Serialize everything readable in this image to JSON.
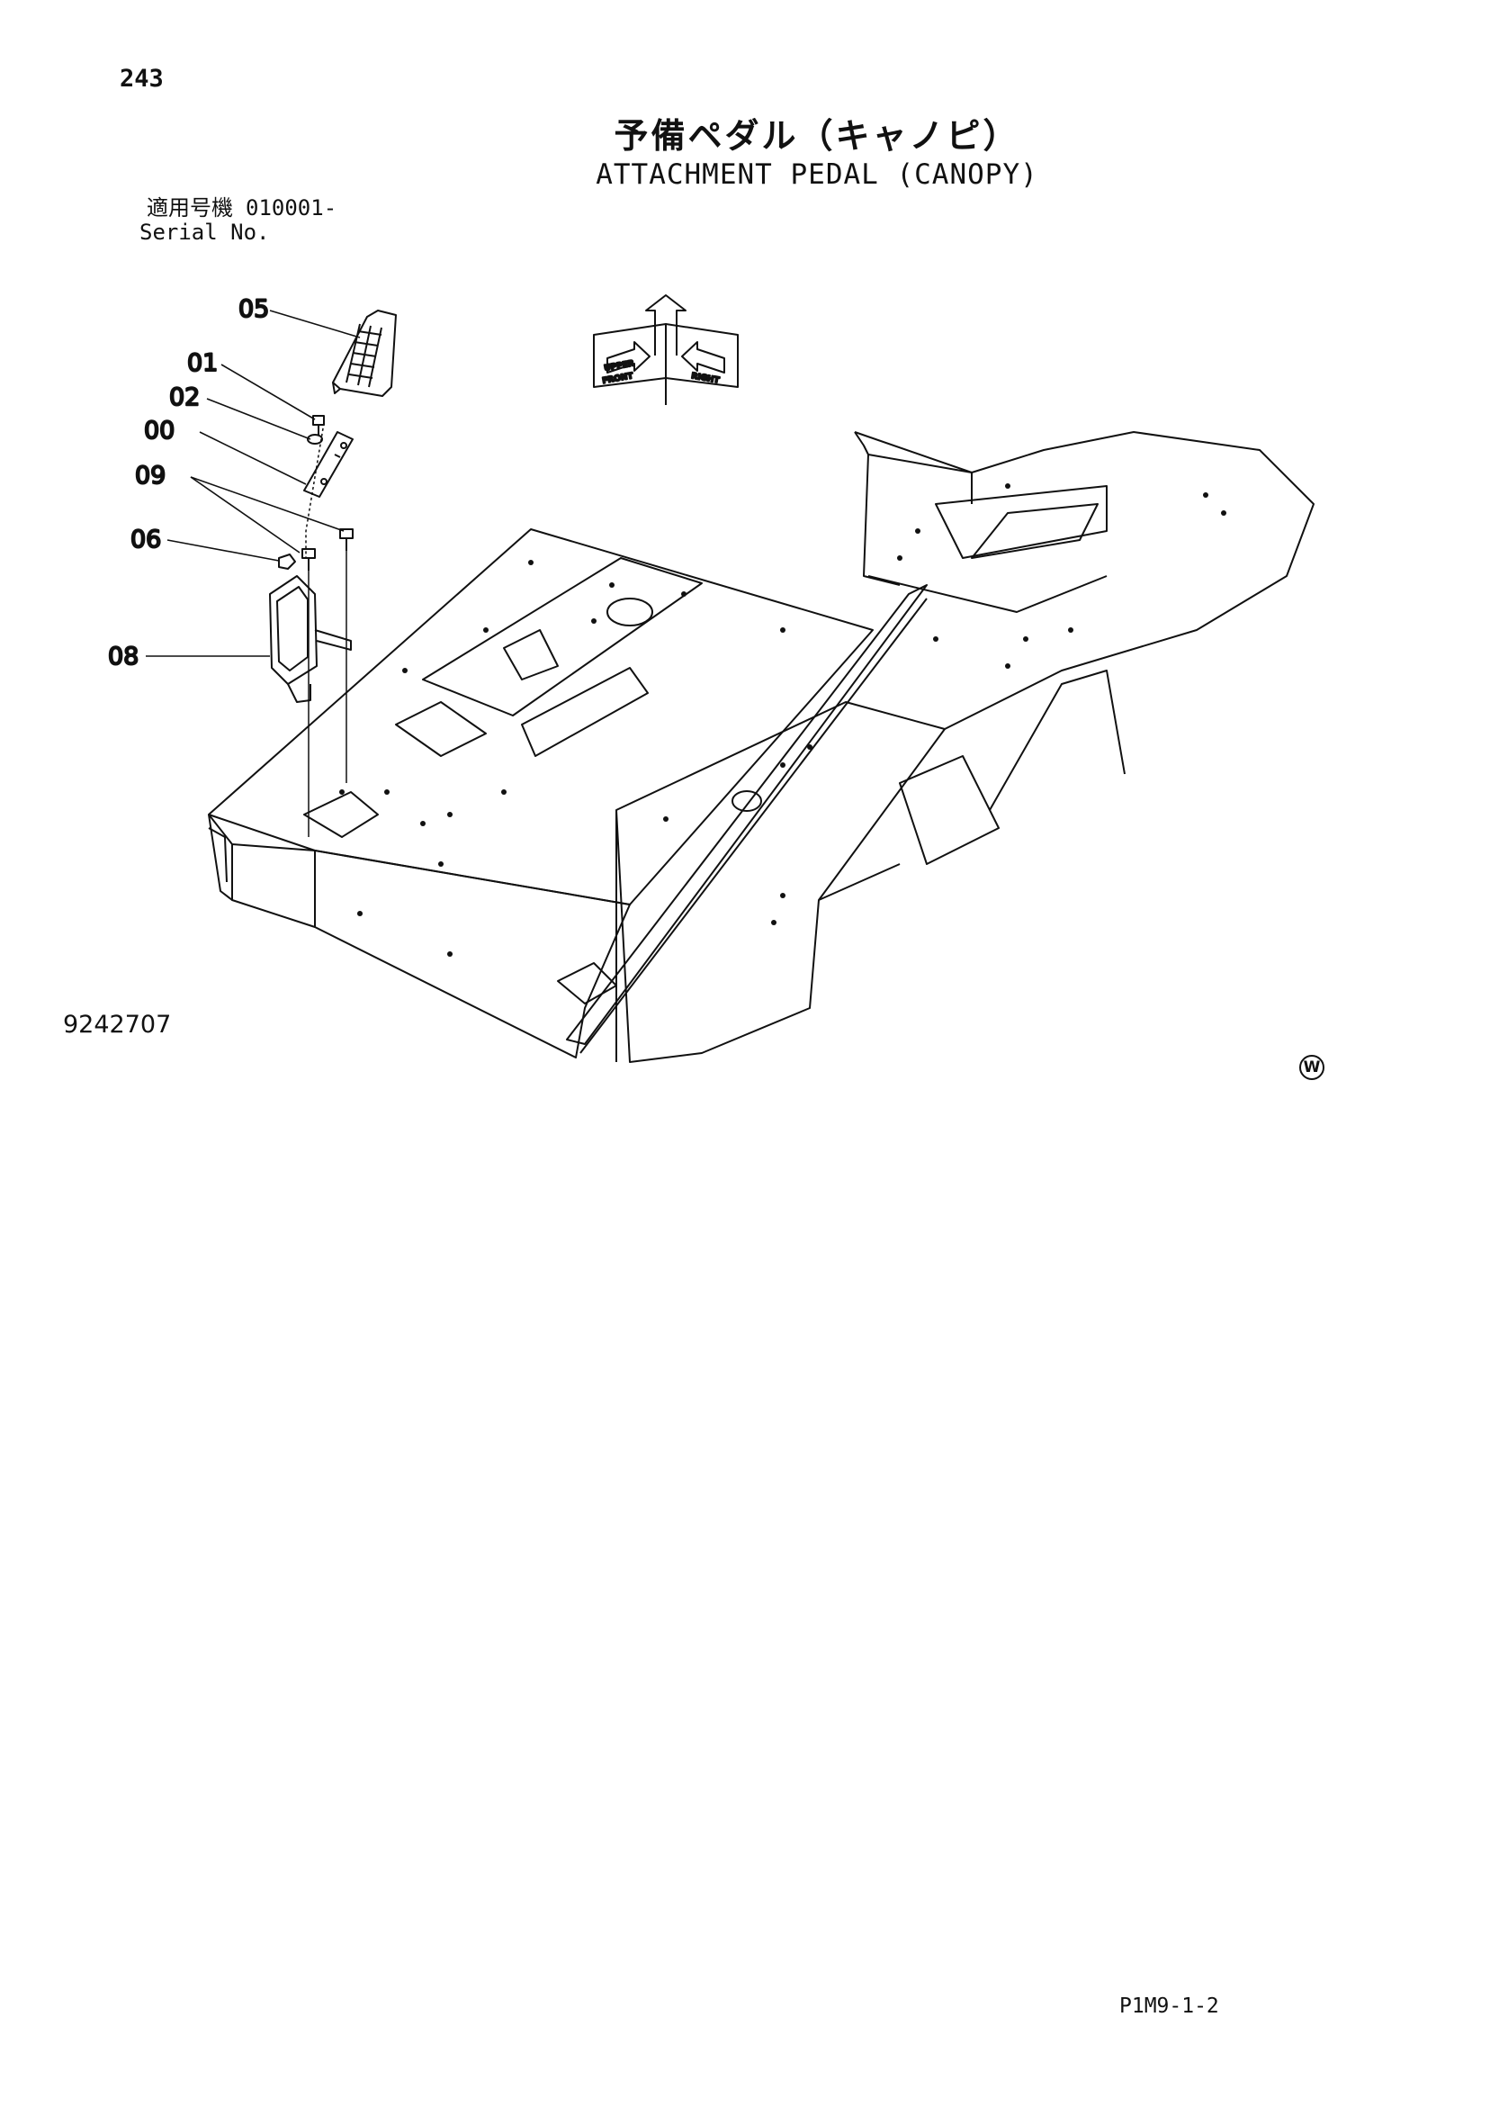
{
  "header": {
    "page_number": "243",
    "title_jp": "予備ペダル（キャノピ）",
    "title_en": "ATTACHMENT PEDAL (CANOPY)",
    "serial_label_jp": "適用号機",
    "serial_value": "010001-",
    "serial_label_en": "Serial No."
  },
  "diagram": {
    "callouts": [
      "05",
      "01",
      "02",
      "00",
      "09",
      "06",
      "08"
    ],
    "direction_labels": [
      "UPPER",
      "FRONT",
      "RIGHT"
    ],
    "drawing_number": "9242707",
    "w_mark": "W"
  },
  "footer": {
    "page_code": "P1M9-1-2"
  }
}
